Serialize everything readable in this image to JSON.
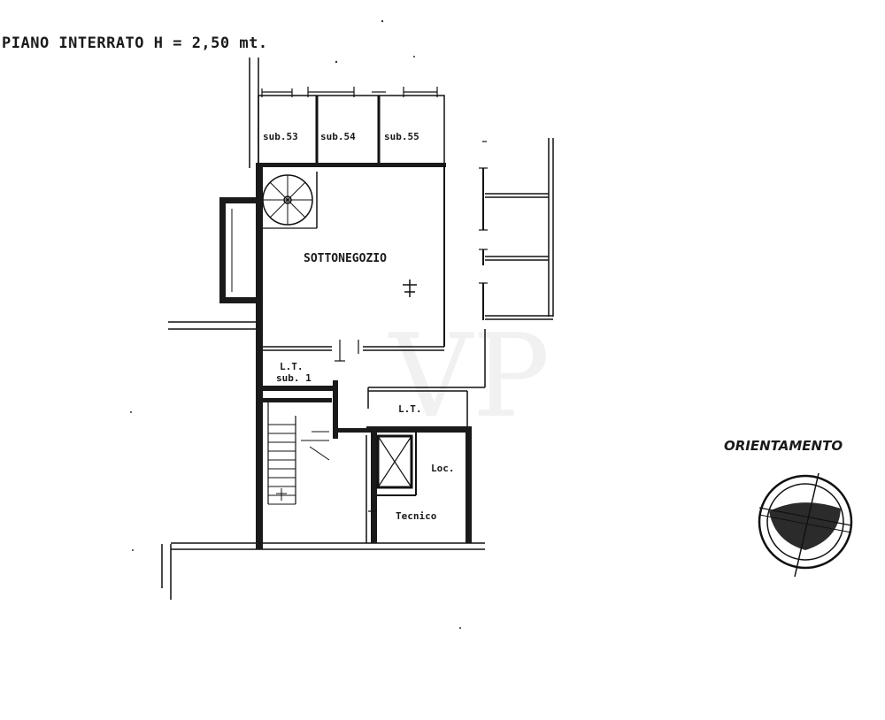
{
  "title": "PIANO INTERRATO H = 2,50 mt.",
  "rooms": {
    "sub_53": "sub.53",
    "sub_54": "sub.54",
    "sub_55": "sub.55",
    "sottonegozio": "SOTTONEGOZIO",
    "lt_sub1_line1": "L.T.",
    "lt_sub1_line2": "sub. 1",
    "lt": "L.T.",
    "loc": "Loc.",
    "tecnico": "Tecnico"
  },
  "orientation_label": "ORIENTAMENTO",
  "watermark": "VP"
}
